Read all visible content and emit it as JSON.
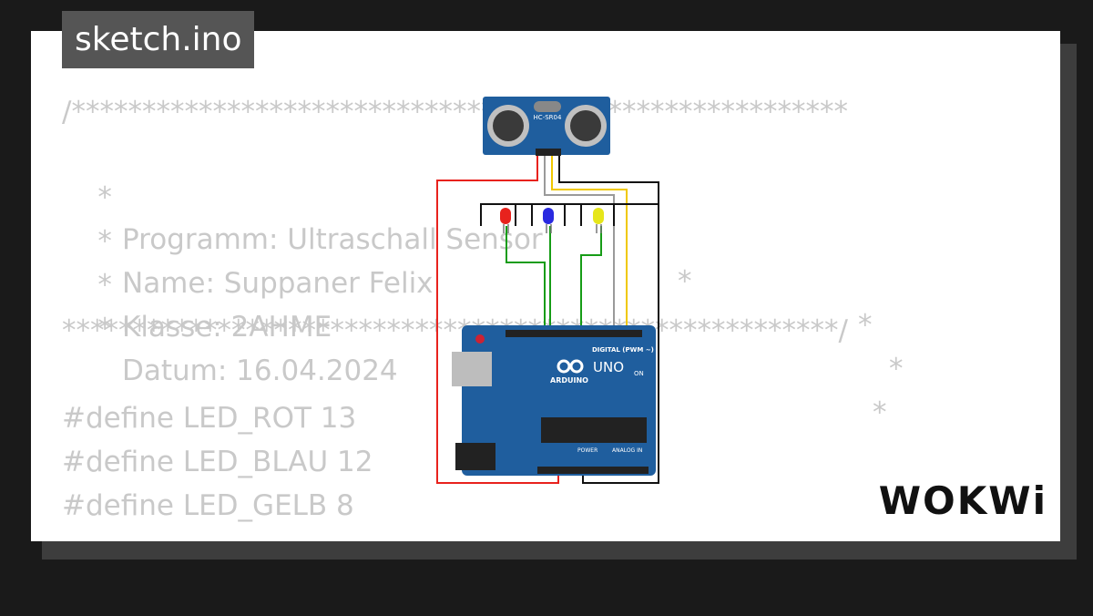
{
  "tab": {
    "filename": "sketch.ino"
  },
  "code": {
    "line1": "/*******************************************************",
    "line2_marker": "*",
    "line2_text": "Programm: Ultraschall Sensor",
    "line3_marker": "*",
    "line3_text": "Name: Suppaner Felix",
    "line4_marker": "*",
    "line4_text": "Klasse: 2AHME",
    "line5_marker": "*",
    "line5_text": "Datum: 16.04.2024",
    "line6": "*******************************************************/",
    "line7": "#define LED_ROT 13",
    "line8": "#define LED_BLAU 12",
    "line9": "#define LED_GELB 8",
    "end_star": "*"
  },
  "circuit": {
    "sensor_label": "HC-SR04",
    "board_name": "UNO",
    "board_brand": "ARDUINO",
    "digital_label": "DIGITAL (PWM ~)",
    "power_label": "POWER",
    "analog_label": "ANALOG IN",
    "on_label": "ON",
    "led_colors": [
      "#e8221d",
      "#2a2ae0",
      "#e6e61a"
    ],
    "wire_colors": {
      "red": "#e8221d",
      "green": "#169c16",
      "gray": "#9a9a9a",
      "yellow": "#f0c800",
      "black": "#111111"
    },
    "board_color": "#1f5e9e"
  },
  "brand": {
    "logo_text": "WOKWi"
  }
}
